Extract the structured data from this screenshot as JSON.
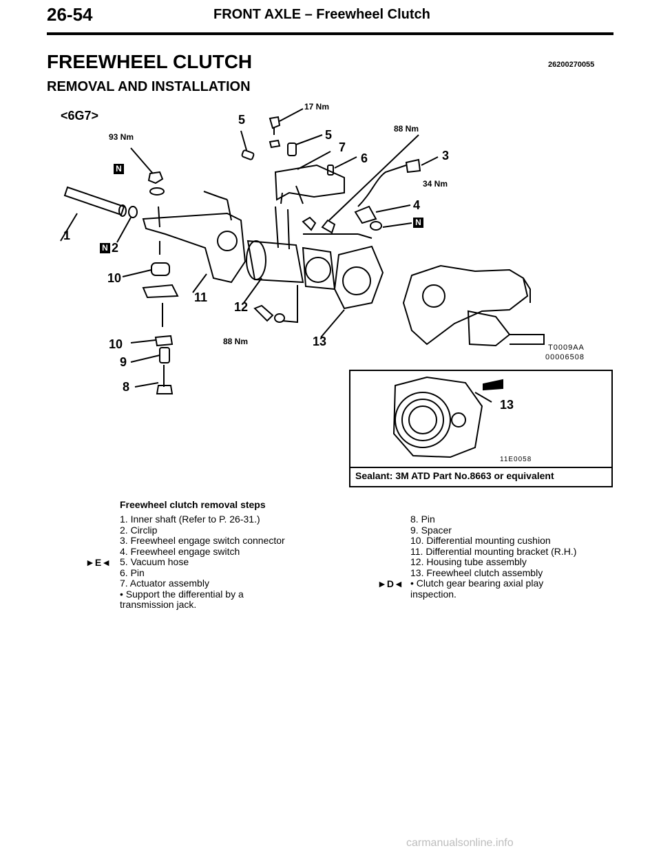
{
  "header": {
    "page_number": "26-54",
    "title": "FRONT AXLE – Freewheel Clutch"
  },
  "section": {
    "title": "FREEWHEEL CLUTCH",
    "code": "26200270055"
  },
  "subsection": {
    "title": "REMOVAL AND INSTALLATION"
  },
  "diagram": {
    "model_tag": "<6G7>",
    "torque_labels": [
      "17 Nm",
      "93 Nm",
      "88 Nm",
      "34 Nm",
      "88 Nm"
    ],
    "part_numbers": [
      "5",
      "5",
      "7",
      "6",
      "3",
      "4",
      "1",
      "2",
      "10",
      "11",
      "12",
      "10",
      "13",
      "9",
      "8"
    ],
    "new_part_mark": "N",
    "figure_codes": [
      "T0009AA",
      "00006508"
    ],
    "inset": {
      "part_number": "13",
      "figure_code": "11E0058",
      "caption": "Sealant: 3M ATD Part No.8663 or equivalent"
    }
  },
  "steps": {
    "title": "Freewheel clutch removal steps",
    "left_column": [
      "1. Inner shaft (Refer to P. 26-31.)",
      "2. Circlip",
      "3. Freewheel engage switch connector",
      "4. Freewheel engage switch",
      "5. Vacuum hose",
      "6. Pin",
      "7. Actuator assembly",
      "•  Support the differential by a",
      "    transmission jack."
    ],
    "right_column": [
      "8. Pin",
      "9. Spacer",
      "10. Differential mounting cushion",
      "11. Differential mounting bracket (R.H.)",
      "12. Housing tube assembly",
      "13. Freewheel clutch assembly",
      "•  Clutch gear bearing axial play",
      "    inspection."
    ],
    "ref_left": "►E◄",
    "ref_right": "►D◄"
  },
  "footer": {
    "watermark": "carmanualsonline.info"
  }
}
